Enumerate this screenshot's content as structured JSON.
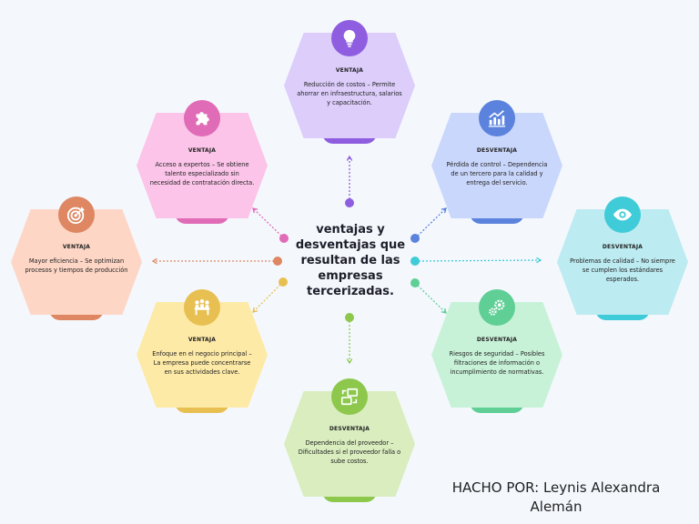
{
  "title": "ventajas y desventajas que resultan de las empresas tercerizadas.",
  "author": "HACHO POR: Leynis Alexandra Alemán",
  "nodes": [
    {
      "id": "top",
      "kind": "VENTAJA",
      "text": "Reducción de costos – Permite ahorrar en infraestructura, salarios y capacitación.",
      "color": "#dccdfb",
      "accent": "#8f5de0",
      "icon": "lightbulb-icon"
    },
    {
      "id": "upper-left",
      "kind": "VENTAJA",
      "text": "Acceso a expertos – Se obtiene talento especializado sin necesidad de contratación directa.",
      "color": "#fbc4e8",
      "accent": "#e06bb6",
      "icon": "puzzle-icon"
    },
    {
      "id": "upper-right",
      "kind": "DESVENTAJA",
      "text": "Pérdida de control – Dependencia de un tercero para la calidad y entrega del servicio.",
      "color": "#cad7fc",
      "accent": "#5b83dd",
      "icon": "chart-icon"
    },
    {
      "id": "left",
      "kind": "VENTAJA",
      "text": "Mayor eficiencia – Se optimizan procesos y tiempos de producción",
      "color": "#fdd6c6",
      "accent": "#de8762",
      "icon": "target-icon"
    },
    {
      "id": "right",
      "kind": "DESVENTAJA",
      "text": "Problemas de calidad – No siempre se cumplen los estándares esperados.",
      "color": "#bcebf1",
      "accent": "#3fcbd8",
      "icon": "eye-icon"
    },
    {
      "id": "lower-left",
      "kind": "VENTAJA",
      "text": "Enfoque en el negocio principal – La empresa puede concentrarse en sus actividades clave.",
      "color": "#feeaa7",
      "accent": "#e8c052",
      "icon": "meeting-icon"
    },
    {
      "id": "lower-right",
      "kind": "DESVENTAJA",
      "text": "Riesgos de seguridad – Posibles filtraciones de información o incumplimiento de normativas.",
      "color": "#c8f2d8",
      "accent": "#5fcf95",
      "icon": "gears-icon"
    },
    {
      "id": "bottom",
      "kind": "DESVENTAJA",
      "text": "Dependencia del proveedor – Dificultades si el proveedor falla o sube costos.",
      "color": "#d9edbf",
      "accent": "#8dc84d",
      "icon": "transfer-icon"
    }
  ]
}
